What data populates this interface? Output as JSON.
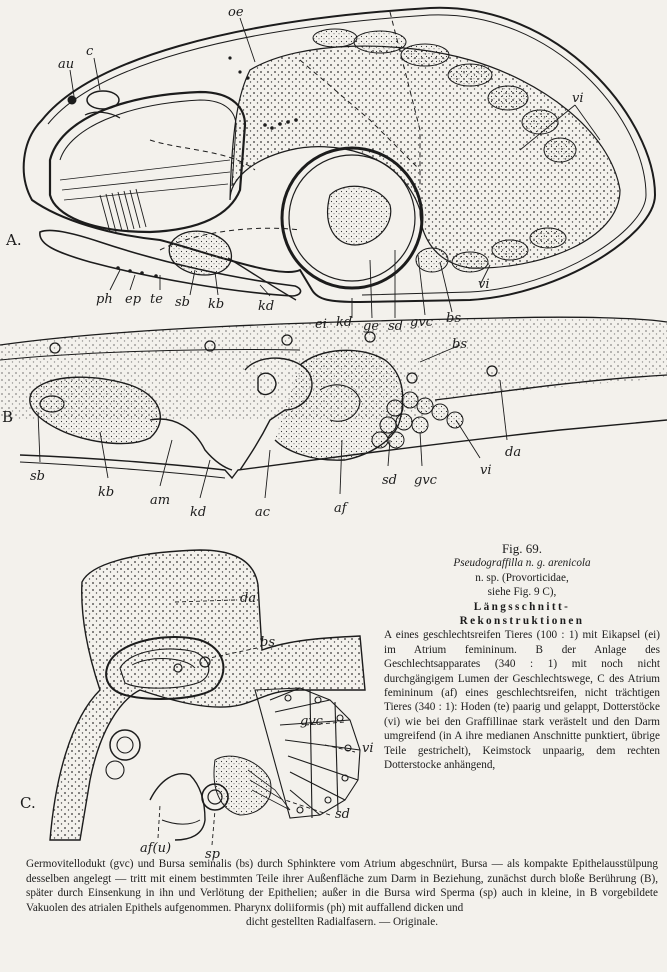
{
  "figure": {
    "panel_letters": [
      "A.",
      "B",
      "C."
    ],
    "labels_a": {
      "oe": "oe",
      "au": "au",
      "c": "c",
      "vi_top": "vi",
      "vi_bottom": "vi",
      "ph": "ph",
      "ep": "ep",
      "te": "te",
      "sb": "sb",
      "kb": "kb",
      "kd": "kd",
      "ei": "ei",
      "kd2": "kd",
      "ge": "ge",
      "sd": "sd",
      "gvc": "gvc",
      "bs": "bs"
    },
    "labels_b": {
      "bs": "bs",
      "sb": "sb",
      "kb": "kb",
      "am": "am",
      "kd": "kd",
      "ac": "ac",
      "af": "af",
      "sd": "sd",
      "gvc": "gvc",
      "vi": "vi",
      "da": "da"
    },
    "labels_c": {
      "da": "da",
      "bs": "bs",
      "gvc": "gvc",
      "vi": "vi",
      "sd": "sd",
      "af_u": "af(u)",
      "sp": "sp"
    }
  },
  "caption": {
    "fig_number": "Fig. 69.",
    "line1": "Pseudograffilla n. g. arenicola",
    "line2": "n. sp. (Provorticidae,",
    "line3": "siehe Fig. 9 C),",
    "line4": "Längsschnitt-",
    "line5": "Rekonstruktionen",
    "para": "A eines geschlechtsreifen Tieres (100 : 1) mit Eikapsel (ei) im Atrium femininum. B der Anlage des Geschlechtsapparates (340 : 1) mit noch nicht durchgängigem Lumen der Geschlechtswege, C des Atrium femininum (af) eines geschlechtsreifen, nicht trächtigen Tieres (340 : 1): Hoden (te) paarig und gelappt, Dotterstöcke (vi) wie bei den Graffillinae stark verästelt und den Darm umgreifend (in A ihre medianen Anschnitte punktiert, übrige Teile gestrichelt), Keimstock unpaarig, dem rechten Dotterstocke anhängend,"
  },
  "body_text": {
    "paragraph": "Germovitellodukt (gvc) und Bursa seminalis (bs) durch Sphinktere vom Atrium abgeschnürt, Bursa — als kompakte Epithelausstülpung desselben angelegt — tritt mit einem bestimmten Teile ihrer Außenfläche zum Darm in Beziehung, zunächst durch bloße Berührung (B), später durch Einsenkung in ihn und Verlötung der Epithelien; außer in die Bursa wird Sperma (sp) auch in kleine, in B vorgebildete Vakuolen des atrialen Epithels aufgenommen. Pharynx doliiformis (ph) mit auffallend dicken und",
    "last_line": "dicht gestellten Radialfasern. — Originale."
  }
}
